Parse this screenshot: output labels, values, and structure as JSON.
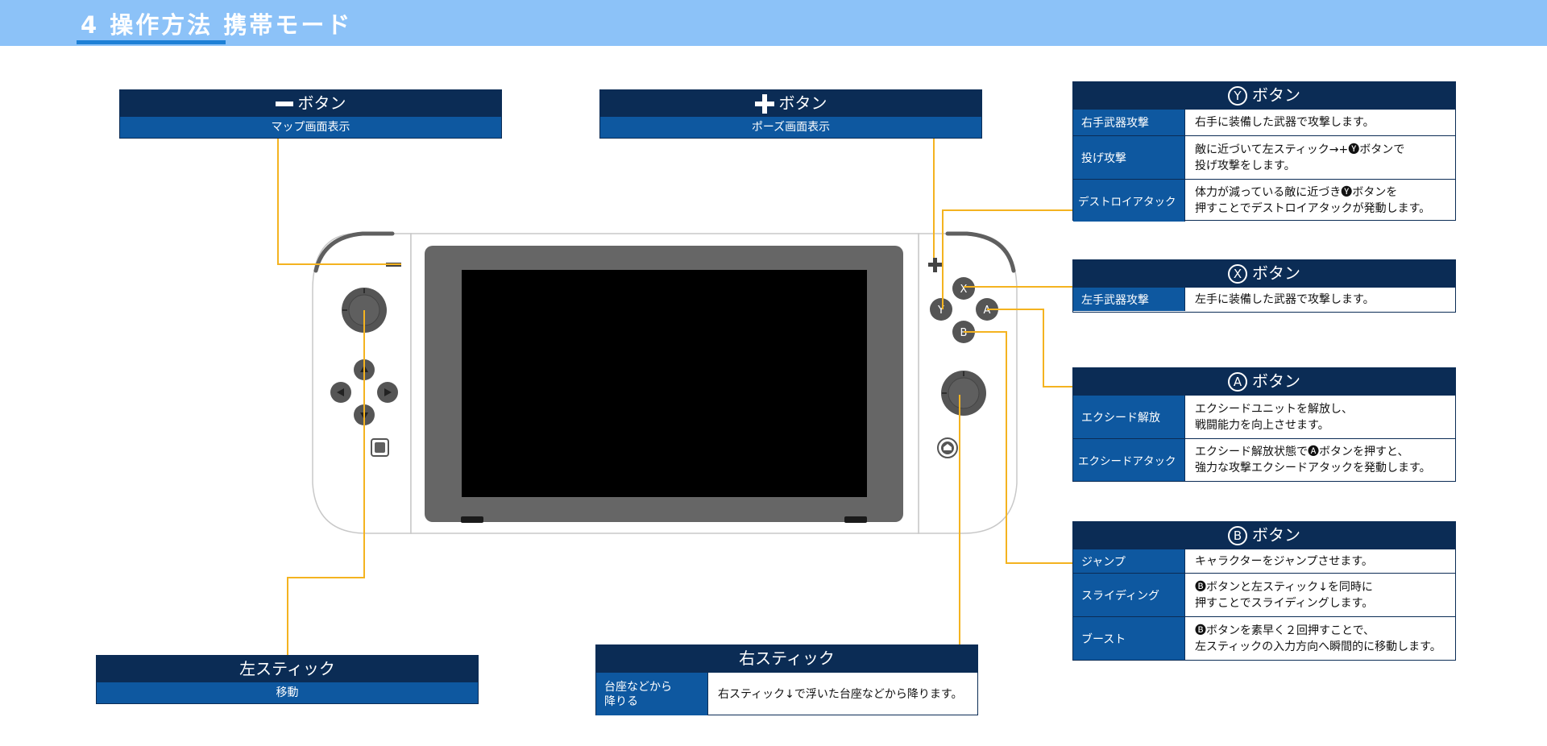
{
  "header": {
    "title": "4 操作方法 携帯モード"
  },
  "colors": {
    "header_bg": "#8cc2f8",
    "accent_line": "#f4b320",
    "box_dark": "#0b2c55",
    "box_mid": "#0e58a0"
  },
  "device": {
    "button_labels": {
      "x": "X",
      "y": "Y",
      "a": "A",
      "b": "B"
    }
  },
  "minus_box": {
    "title": "ボタン",
    "icon": "minus-icon",
    "subtitle": "マップ画面表示"
  },
  "plus_box": {
    "title": "ボタン",
    "icon": "plus-icon",
    "subtitle": "ポーズ画面表示"
  },
  "left_stick_box": {
    "title": "左スティック",
    "subtitle": "移動"
  },
  "right_stick_box": {
    "title": "右スティック",
    "rows": [
      {
        "label": "台座などから\n降りる",
        "desc": "右スティック↓で浮いた台座などから降ります。"
      }
    ]
  },
  "y_box": {
    "letter": "Y",
    "title": "ボタン",
    "rows": [
      {
        "label": "右手武器攻撃",
        "desc": "右手に装備した武器で攻撃します。"
      },
      {
        "label": "投げ攻撃",
        "desc": "敵に近づいて左スティック→+🅨ボタンで\n投げ攻撃をします。"
      },
      {
        "label": "デストロイアタック",
        "desc": "体力が減っている敵に近づき🅨ボタンを\n押すことでデストロイアタックが発動します。"
      }
    ]
  },
  "x_box": {
    "letter": "X",
    "title": "ボタン",
    "rows": [
      {
        "label": "左手武器攻撃",
        "desc": "左手に装備した武器で攻撃します。"
      }
    ]
  },
  "a_box": {
    "letter": "A",
    "title": "ボタン",
    "rows": [
      {
        "label": "エクシード解放",
        "desc": "エクシードユニットを解放し、\n戦闘能力を向上させます。"
      },
      {
        "label": "エクシードアタック",
        "desc": "エクシード解放状態で🅐ボタンを押すと、\n強力な攻撃エクシードアタックを発動します。"
      }
    ]
  },
  "b_box": {
    "letter": "B",
    "title": "ボタン",
    "rows": [
      {
        "label": "ジャンプ",
        "desc": "キャラクターをジャンプさせます。"
      },
      {
        "label": "スライディング",
        "desc": "🅑ボタンと左スティック↓を同時に\n押すことでスライディングします。"
      },
      {
        "label": "ブースト",
        "desc": "🅑ボタンを素早く２回押すことで、\n左スティックの入力方向へ瞬間的に移動します。"
      }
    ]
  }
}
